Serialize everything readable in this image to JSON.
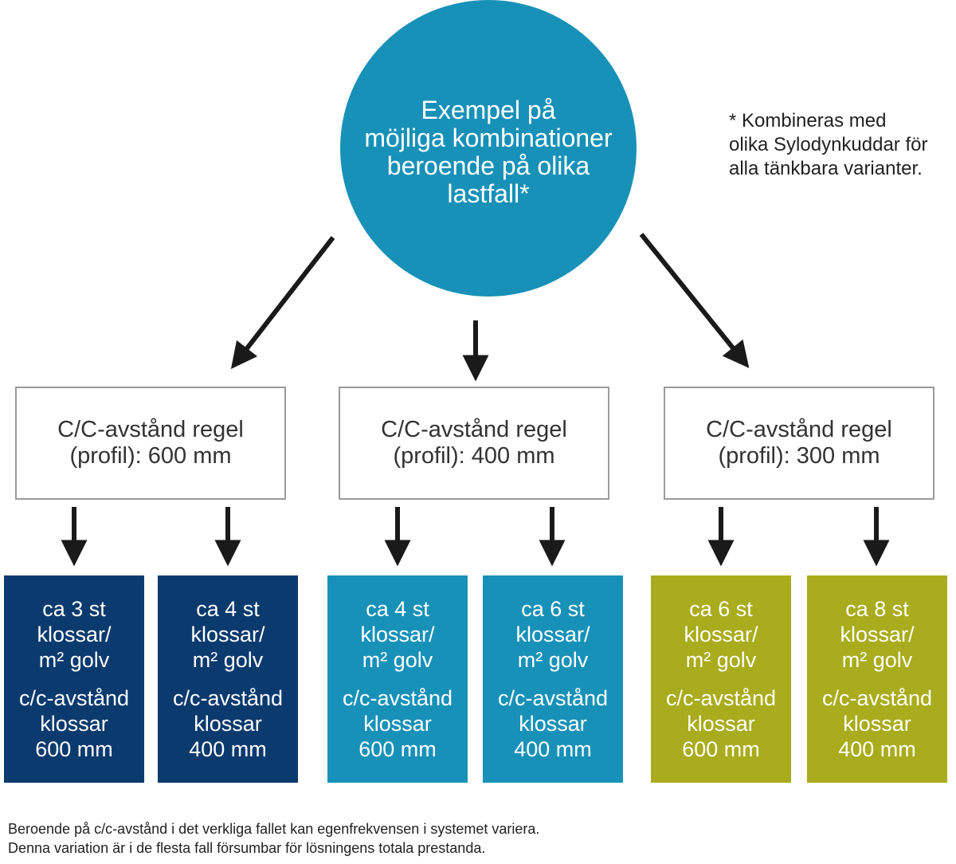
{
  "root": {
    "text": "Exempel på\nmöjliga kombinationer\nberoende på olika\nlastfall*"
  },
  "note": "* Kombineras med\nolika Sylodynkuddar för\nalla tänkbara varianter.",
  "rules": [
    {
      "text": "C/C-avstånd regel\n(profil): 600 mm"
    },
    {
      "text": "C/C-avstånd regel\n(profil): 400 mm"
    },
    {
      "text": "C/C-avstånd regel\n(profil): 300 mm"
    }
  ],
  "blocks": [
    {
      "quantity": "ca 3 st\nklossar/\nm² golv",
      "spacing": "c/c-avstånd\nklossar\n600 mm",
      "color": "#0b3a6e"
    },
    {
      "quantity": "ca 4 st\nklossar/\nm² golv",
      "spacing": "c/c-avstånd\nklossar\n400 mm",
      "color": "#0b3a6e"
    },
    {
      "quantity": "ca 4 st\nklossar/\nm² golv",
      "spacing": "c/c-avstånd\nklossar\n600 mm",
      "color": "#1891b8"
    },
    {
      "quantity": "ca 6 st\nklossar/\nm² golv",
      "spacing": "c/c-avstånd\nklossar\n400 mm",
      "color": "#1891b8"
    },
    {
      "quantity": "ca 6 st\nklossar/\nm² golv",
      "spacing": "c/c-avstånd\nklossar\n600 mm",
      "color": "#a9ac1c"
    },
    {
      "quantity": "ca 8 st\nklossar/\nm² golv",
      "spacing": "c/c-avstånd\nklossar\n400 mm",
      "color": "#a9ac1c"
    }
  ],
  "footer": {
    "line1": "Beroende på c/c-avstånd i det verkliga fallet kan egenfrekvensen i systemet variera.",
    "line2": "Denna variation är i de flesta fall försumbar för lösningens totala prestanda."
  }
}
